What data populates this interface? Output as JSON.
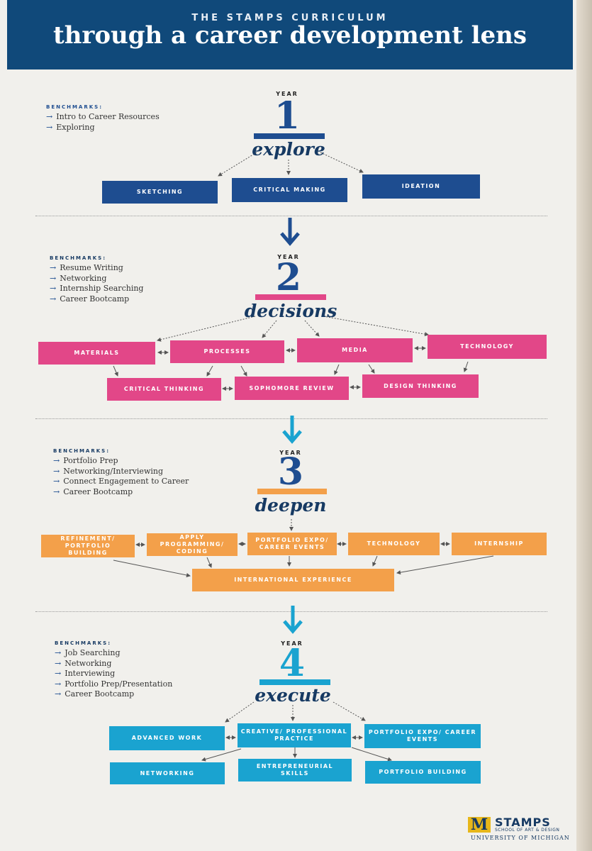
{
  "header": {
    "eyebrow": "THE STAMPS CURRICULUM",
    "title": "through a career development lens"
  },
  "benchmarks_label": "BENCHMARKS:",
  "year_label": "YEAR",
  "years": [
    {
      "number": "1",
      "word": "explore",
      "color": "#1e4d90",
      "benchmarks": [
        "Intro to Career Resources",
        "Exploring"
      ],
      "boxes": [
        "SKETCHING",
        "CRITICAL MAKING",
        "IDEATION"
      ]
    },
    {
      "number": "2",
      "word": "decisions",
      "color": "#e24788",
      "benchmarks": [
        "Resume Writing",
        "Networking",
        "Internship Searching",
        "Career Bootcamp"
      ],
      "boxes": [
        "MATERIALS",
        "PROCESSES",
        "MEDIA",
        "TECHNOLOGY",
        "CRITICAL THINKING",
        "SOPHOMORE REVIEW",
        "DESIGN THINKING"
      ]
    },
    {
      "number": "3",
      "word": "deepen",
      "color": "#f3a04a",
      "benchmarks": [
        "Portfolio Prep",
        "Networking/Interviewing",
        "Connect Engagement to Career",
        "Career Bootcamp"
      ],
      "boxes": [
        "REFINEMENT/ PORTFOLIO BUILDING",
        "APPLY PROGRAMMING/ CODING",
        "PORTFOLIO EXPO/ CAREER EVENTS",
        "TECHNOLOGY",
        "INTERNSHIP",
        "INTERNATIONAL EXPERIENCE"
      ]
    },
    {
      "number": "4",
      "word": "execute",
      "color": "#1aa3d0",
      "benchmarks": [
        "Job Searching",
        "Networking",
        "Interviewing",
        "Portfolio Prep/Presentation",
        "Career Bootcamp"
      ],
      "boxes": [
        "ADVANCED WORK",
        "CREATIVE/ PROFESSIONAL PRACTICE",
        "PORTFOLIO EXPO/ CAREER EVENTS",
        "NETWORKING",
        "ENTREPRENEURIAL SKILLS",
        "PORTFOLIO BUILDING"
      ]
    }
  ],
  "logo": {
    "mark": "M",
    "name": "STAMPS",
    "sub": "SCHOOL OF ART & DESIGN",
    "university": "UNIVERSITY OF MICHIGAN"
  },
  "colors": {
    "header": "#10497a",
    "navy": "#173a63",
    "year1": "#1e4d90",
    "year2": "#e24788",
    "year3": "#f3a04a",
    "year4": "#1aa3d0",
    "gold": "#e7b71a"
  }
}
